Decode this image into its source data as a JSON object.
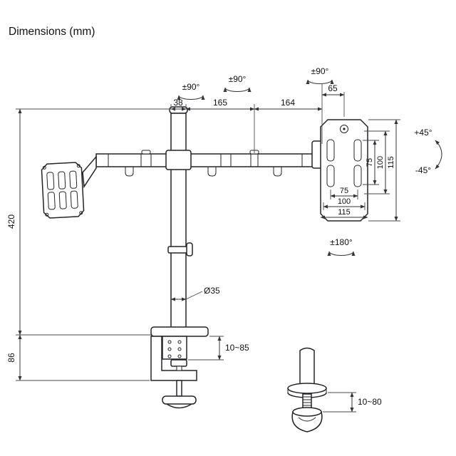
{
  "title": "Dimensions (mm)",
  "labels": {
    "rot90": "±90°",
    "rot180": "±180°",
    "tilt_up": "+45°",
    "tilt_down": "-45°",
    "d38": "38",
    "d165": "165",
    "d164": "164",
    "d65": "65",
    "d75": "75",
    "d100": "100",
    "d115": "115",
    "d420": "420",
    "d86": "86",
    "dia": "Ø35",
    "clamp_range": "10~85",
    "grommet_range": "10~80"
  }
}
